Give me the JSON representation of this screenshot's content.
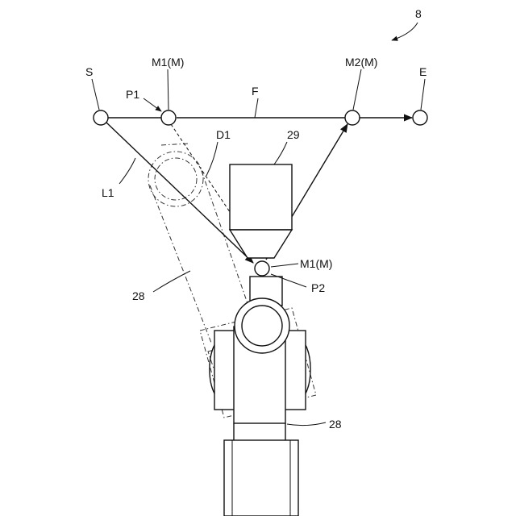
{
  "labels": {
    "figure_ref": "8",
    "start": "S",
    "end": "E",
    "waypoint1": "M1(M)",
    "waypoint2": "M2(M)",
    "path_f": "F",
    "p1": "P1",
    "p2": "P2",
    "d1": "D1",
    "l1": "L1",
    "obstacle": "29",
    "robot_upper": "28",
    "robot_lower": "28",
    "waypoint1_shifted": "M1(M)"
  }
}
